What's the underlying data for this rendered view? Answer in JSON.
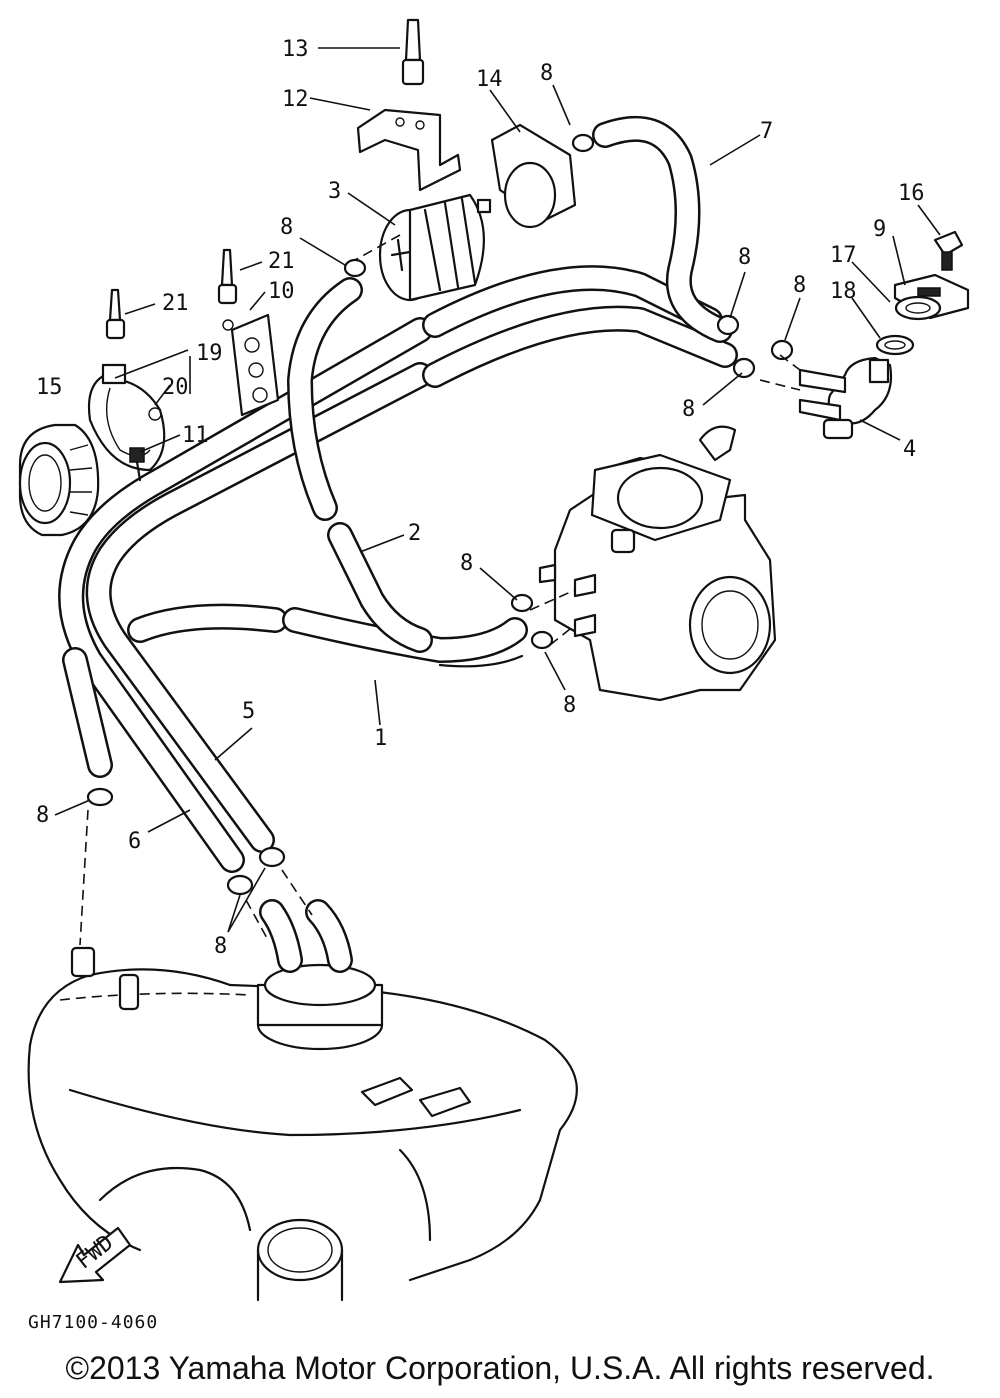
{
  "labels": {
    "p1": "1",
    "p2": "2",
    "p3": "3",
    "p4": "4",
    "p5": "5",
    "p6": "6",
    "p7": "7",
    "p8a": "8",
    "p8b": "8",
    "p8c": "8",
    "p8d": "8",
    "p8e": "8",
    "p8f": "8",
    "p8g": "8",
    "p8h": "8",
    "p8i": "8",
    "p9": "9",
    "p10": "10",
    "p11": "11",
    "p12": "12",
    "p13": "13",
    "p14": "14",
    "p15": "15",
    "p16": "16",
    "p17": "17",
    "p18": "18",
    "p19": "19",
    "p20": "20",
    "p21a": "21",
    "p21b": "21"
  },
  "fwd_arrow": "FWD",
  "drawing_code": "GH7100-4060",
  "copyright": "©2013 Yamaha Motor Corporation, U.S.A. All rights reserved."
}
